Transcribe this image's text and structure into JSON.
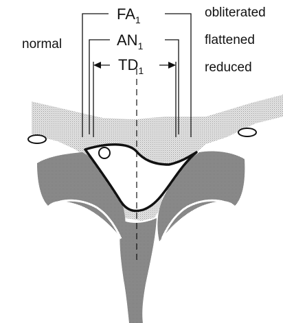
{
  "labels": {
    "left": "normal",
    "right": [
      "obliterated",
      "flattened",
      "reduced"
    ],
    "dimensions": [
      {
        "main": "FA",
        "sub": "1"
      },
      {
        "main": "AN",
        "sub": "1"
      },
      {
        "main": "TD",
        "sub": "1"
      }
    ]
  },
  "colors": {
    "ink": "#111111",
    "light_tissue": "#d0d0d0",
    "dark_tissue": "#8e8e8e",
    "background": "#ffffff"
  }
}
